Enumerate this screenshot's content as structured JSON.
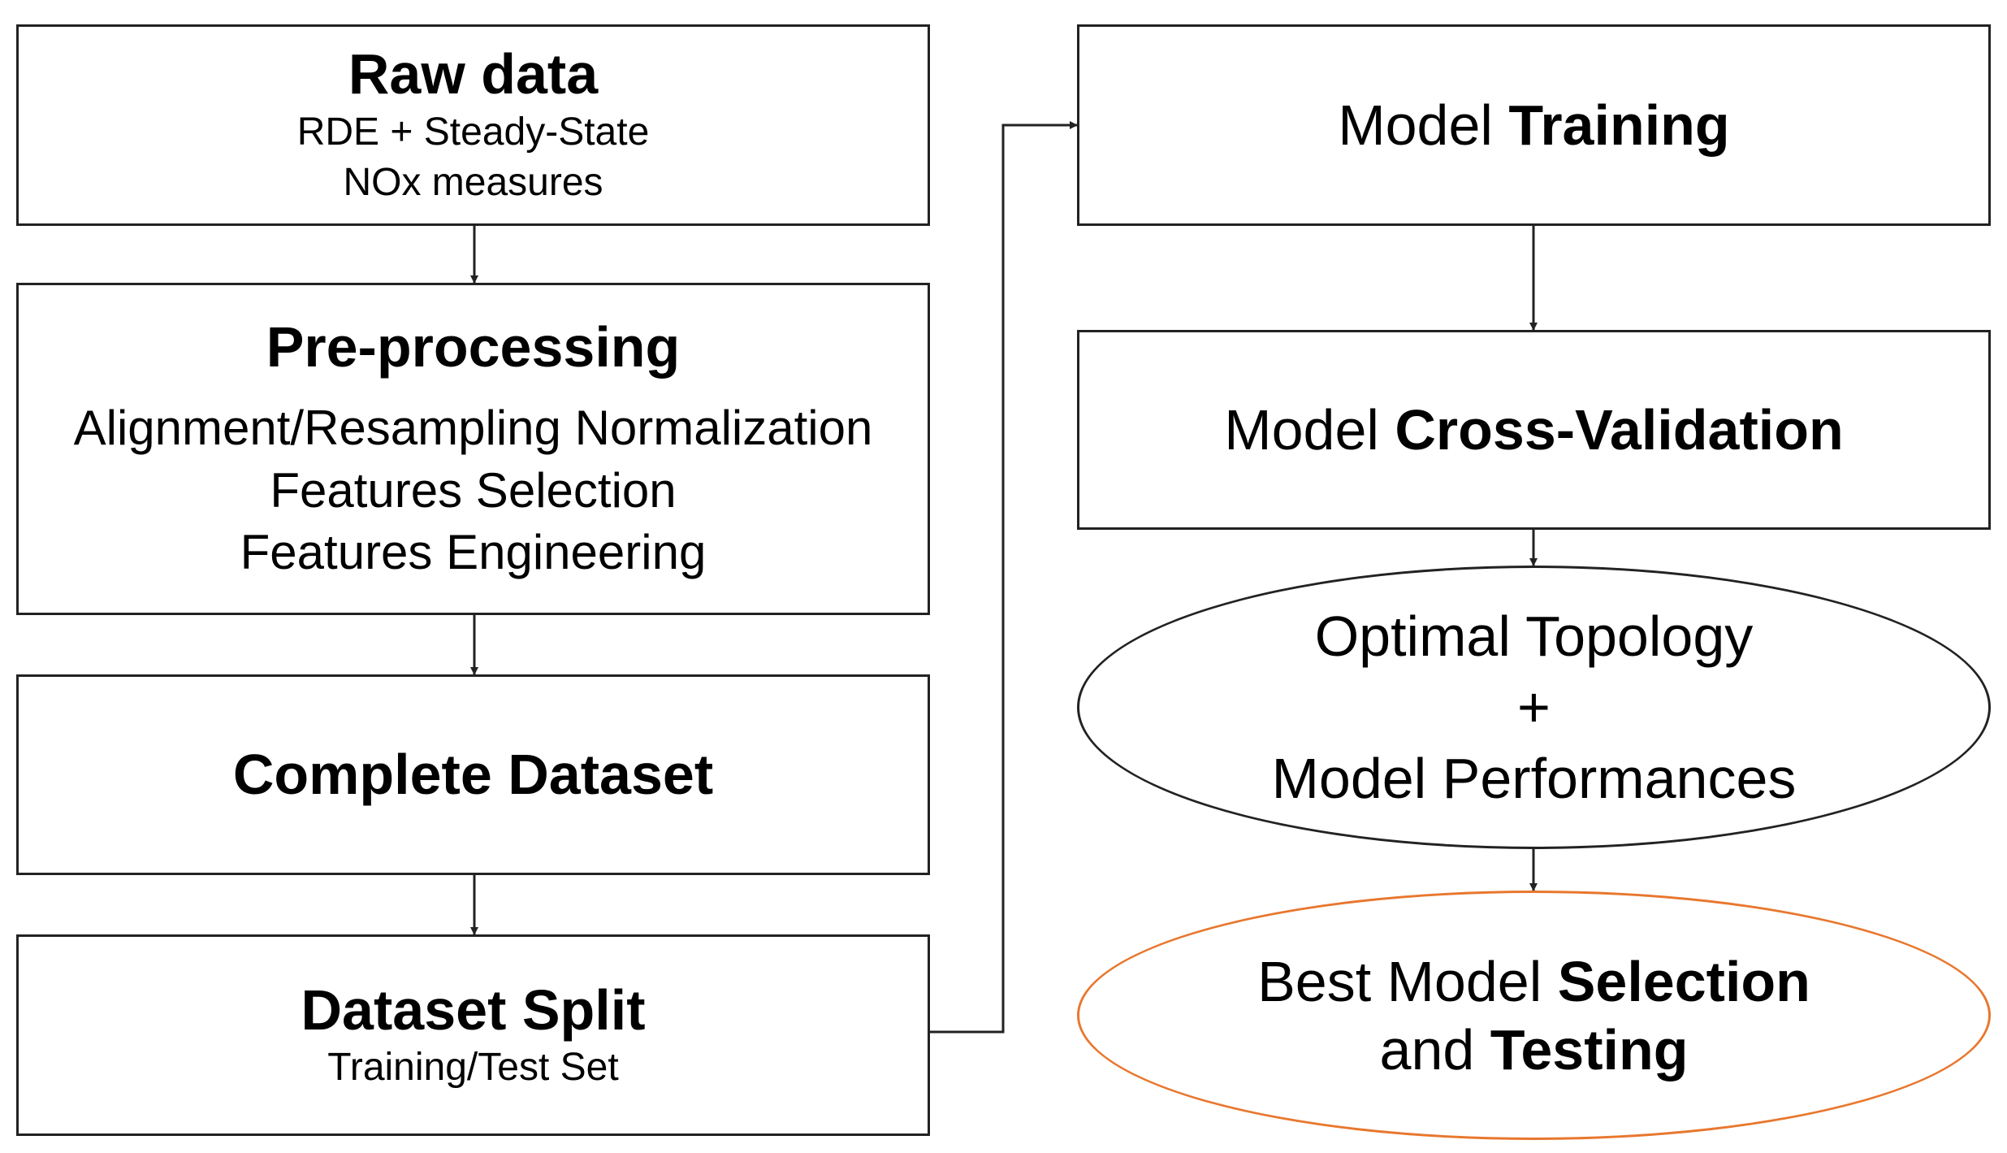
{
  "left_column": {
    "raw_data": {
      "title": "Raw data",
      "line1": "RDE + Steady-State",
      "line2": "NOx measures"
    },
    "preprocessing": {
      "title": "Pre-processing",
      "line1": "Alignment/Resampling Normalization",
      "line2": "Features Selection",
      "line3": "Features Engineering"
    },
    "complete_dataset": {
      "title": "Complete Dataset"
    },
    "dataset_split": {
      "title": "Dataset Split",
      "line1": "Training/Test Set"
    }
  },
  "right_column": {
    "training": {
      "prefix": "Model ",
      "emphasis": "Training"
    },
    "cross_validation": {
      "prefix": "Model ",
      "emphasis": "Cross-Validation"
    },
    "optimal": {
      "line1": "Optimal Topology",
      "line2": "+",
      "line3": "Model Performances"
    },
    "best_model": {
      "line1_prefix": "Best Model ",
      "line1_emphasis": "Selection",
      "line2_prefix": "and ",
      "line2_emphasis": "Testing"
    }
  },
  "colors": {
    "border": "#222222",
    "accent": "#e8772e"
  }
}
